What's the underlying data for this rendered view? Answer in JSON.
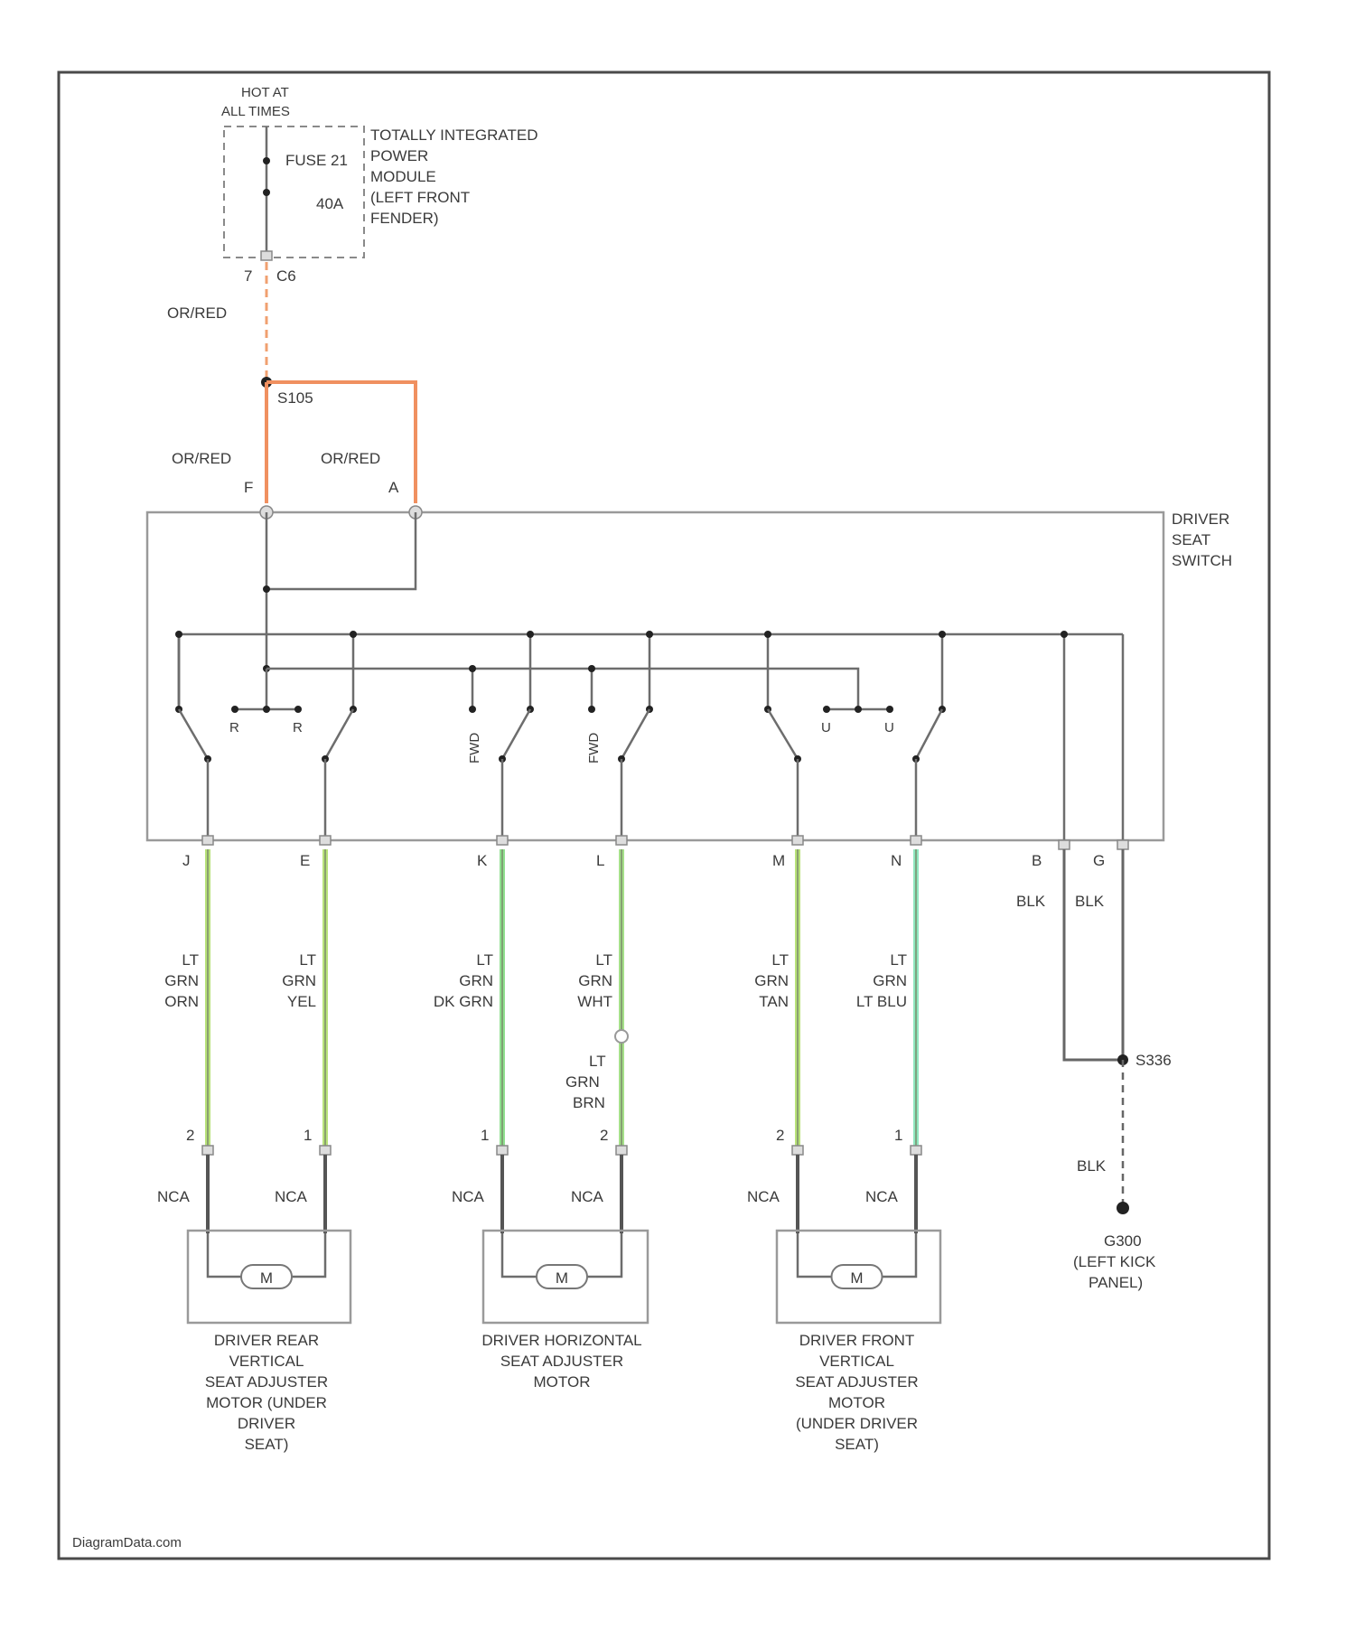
{
  "fuse_box": {
    "hot_label_line1": "HOT AT",
    "hot_label_line2": "ALL TIMES",
    "module_lines": [
      "TOTALLY INTEGRATED",
      "POWER",
      "MODULE",
      "(LEFT FRONT",
      "FENDER)"
    ],
    "fuse_label": "FUSE 21",
    "fuse_rating": "40A",
    "pin_left": "7",
    "pin_right": "C6"
  },
  "wires": {
    "feed_color": "OR/RED",
    "splice_id": "S105",
    "branch_left_color": "OR/RED",
    "branch_right_color": "OR/RED",
    "switch_pin_left": "F",
    "switch_pin_right": "A"
  },
  "switch": {
    "name_lines": [
      "DRIVER",
      "SEAT",
      "SWITCH"
    ],
    "contact_labels": [
      "R",
      "R",
      "FWD",
      "FWD",
      "U",
      "U"
    ]
  },
  "circuits": [
    {
      "pin": "J",
      "color_lines": [
        "LT",
        "GRN",
        "ORN"
      ],
      "motor_pin": "2",
      "nca": "NCA",
      "trace": "#b8e27a"
    },
    {
      "pin": "E",
      "color_lines": [
        "LT",
        "GRN",
        "YEL"
      ],
      "motor_pin": "1",
      "nca": "NCA",
      "trace": "#b8e27a"
    },
    {
      "pin": "K",
      "color_lines": [
        "LT",
        "GRN",
        "DK GRN"
      ],
      "motor_pin": "1",
      "nca": "NCA",
      "trace": "#8fe08f"
    },
    {
      "pin": "L",
      "color_lines": [
        "LT",
        "GRN",
        "WHT"
      ],
      "motor_pin": "2",
      "nca": "NCA",
      "trace": "#a6e08a"
    },
    {
      "pin": "M",
      "color_lines": [
        "LT",
        "GRN",
        "TAN"
      ],
      "motor_pin": "2",
      "nca": "NCA",
      "trace": "#b8e27a"
    },
    {
      "pin": "N",
      "color_lines": [
        "LT",
        "GRN",
        "LT BLU"
      ],
      "motor_pin": "1",
      "nca": "NCA",
      "trace": "#8fe8c0"
    }
  ],
  "inline_splice": {
    "color_lines": [
      "LT",
      "GRN",
      "BRN"
    ]
  },
  "grounds": {
    "pin_b": "B",
    "pin_g": "G",
    "color_b": "BLK",
    "color_g": "BLK",
    "splice_id": "S336",
    "ground_wire_color": "BLK",
    "ground_id": "G300",
    "ground_location_lines": [
      "(LEFT KICK",
      "PANEL)"
    ]
  },
  "motors": [
    {
      "symbol": "M",
      "name_lines": [
        "DRIVER REAR",
        "VERTICAL",
        "SEAT ADJUSTER",
        "MOTOR (UNDER",
        "DRIVER",
        "SEAT)"
      ]
    },
    {
      "symbol": "M",
      "name_lines": [
        "DRIVER HORIZONTAL",
        "SEAT ADJUSTER",
        "MOTOR"
      ]
    },
    {
      "symbol": "M",
      "name_lines": [
        "DRIVER FRONT",
        "VERTICAL",
        "SEAT ADJUSTER",
        "MOTOR",
        "(UNDER DRIVER",
        "SEAT)"
      ]
    }
  ],
  "watermark": "DiagramData.com",
  "colors": {
    "feed": "#f09060",
    "ground": "#666666"
  }
}
